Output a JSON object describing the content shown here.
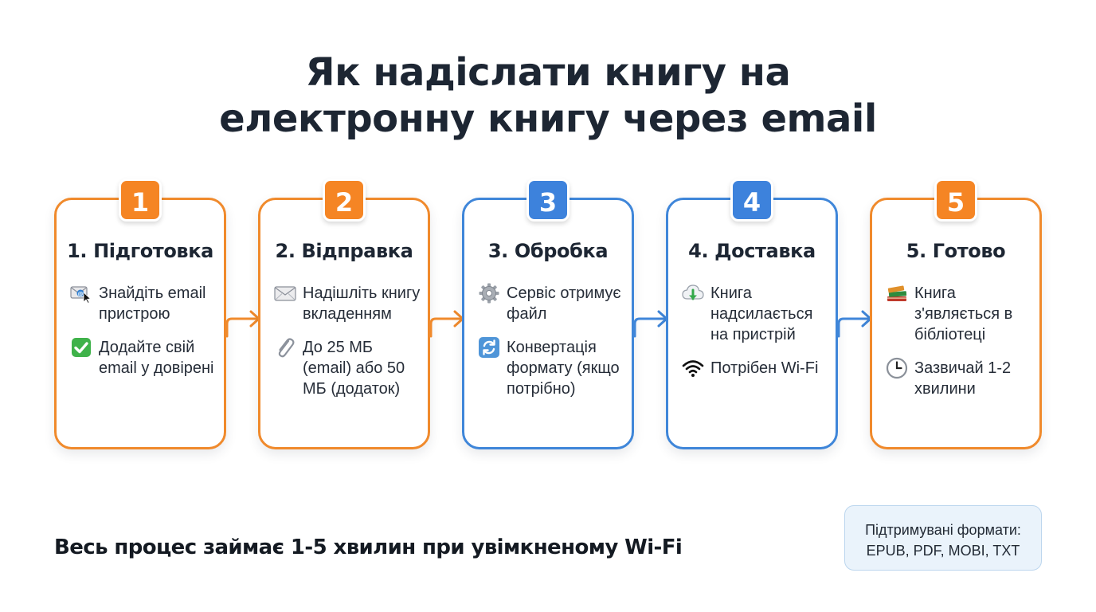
{
  "title": {
    "line1": "Як надіслати книгу на",
    "line2": "електронну книгу через email"
  },
  "steps": [
    {
      "number": "1",
      "title": "1. Підготовка",
      "color": "#f08a2c",
      "items": [
        {
          "icon": "email-cursor-icon",
          "text": "Знайдіть email пристрою"
        },
        {
          "icon": "check-mark-icon",
          "text": "Додайте свій email у довірені"
        }
      ]
    },
    {
      "number": "2",
      "title": "2. Відправка",
      "color": "#f08a2c",
      "items": [
        {
          "icon": "envelope-icon",
          "text": "Надішліть книгу вкладенням"
        },
        {
          "icon": "paperclip-icon",
          "text": "До 25 МБ (email) або 50 МБ (додаток)"
        }
      ]
    },
    {
      "number": "3",
      "title": "3. Обробка",
      "color": "#3f86d9",
      "items": [
        {
          "icon": "gear-icon",
          "text": "Сервіс отримує файл"
        },
        {
          "icon": "refresh-icon",
          "text": "Конвертація формату (якщо потрібно)"
        }
      ]
    },
    {
      "number": "4",
      "title": "4. Доставка",
      "color": "#3f86d9",
      "items": [
        {
          "icon": "cloud-download-icon",
          "text": "Книга надсилається на пристрій"
        },
        {
          "icon": "wifi-icon",
          "text": "Потрібен Wi-Fi"
        }
      ]
    },
    {
      "number": "5",
      "title": "5. Готово",
      "color": "#f08a2c",
      "items": [
        {
          "icon": "books-icon",
          "text": "Книга з'являється в бібліотеці"
        },
        {
          "icon": "clock-icon",
          "text": "Зазвичай 1-2 хвилини"
        }
      ]
    }
  ],
  "footer": {
    "text": "Весь процес займає 1-5 хвилин при увімкненому Wi-Fi"
  },
  "formats_box": {
    "line1": "Підтримувані формати:",
    "line2": "EPUB, PDF, MOBI, TXT"
  },
  "colors": {
    "orange": "#f08a2c",
    "blue": "#3f86d9"
  }
}
